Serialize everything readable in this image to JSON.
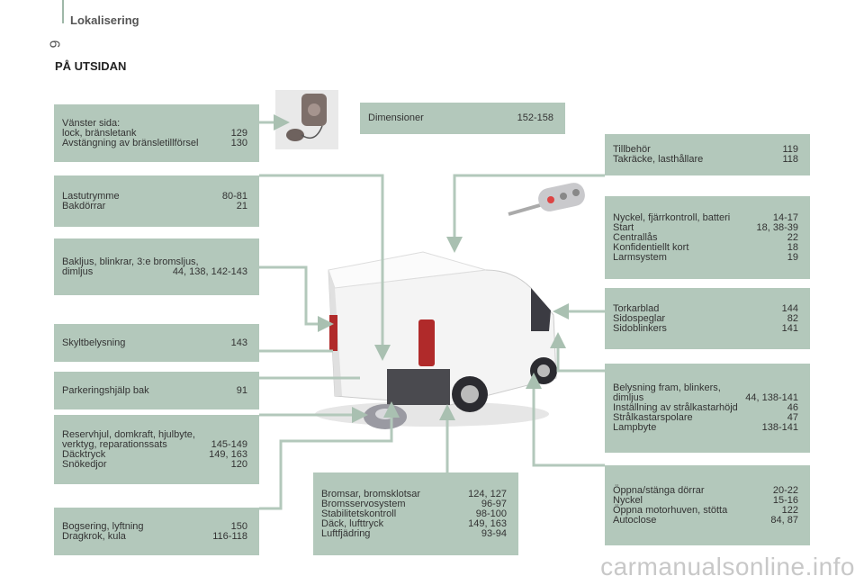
{
  "header": {
    "section": "Lokalisering",
    "page_number": "6",
    "title": "PÅ UTSIDAN"
  },
  "boxes": {
    "fuel": [
      {
        "l": "Vänster sida:",
        "p": ""
      },
      {
        "l": "lock, bränsletank",
        "p": "129"
      },
      {
        "l": "Avstängning av bränsletillförsel",
        "p": "130"
      }
    ],
    "cargo": [
      {
        "l": "Lastutrymme",
        "p": "80-81"
      },
      {
        "l": "Bakdörrar",
        "p": "21"
      }
    ],
    "rearlights": [
      {
        "l": "Bakljus, blinkrar, 3:e bromsljus,",
        "p": ""
      },
      {
        "l": "dimljus",
        "p": "44, 138, 142-143"
      }
    ],
    "plate": [
      {
        "l": "Skyltbelysning",
        "p": "143"
      }
    ],
    "parking": [
      {
        "l": "Parkeringshjälp bak",
        "p": "91"
      }
    ],
    "spare": [
      {
        "l": "Reservhjul, domkraft, hjulbyte,",
        "p": ""
      },
      {
        "l": "verktyg, reparationssats",
        "p": "145-149"
      },
      {
        "l": "Däcktryck",
        "p": "149, 163"
      },
      {
        "l": "Snökedjor",
        "p": "120"
      }
    ],
    "towing": [
      {
        "l": "Bogsering, lyftning",
        "p": "150"
      },
      {
        "l": "Dragkrok, kula",
        "p": "116-118"
      }
    ],
    "dimensions": [
      {
        "l": "Dimensioner",
        "p": "152-158"
      }
    ],
    "accessories": [
      {
        "l": "Tillbehör",
        "p": "119"
      },
      {
        "l": "Takräcke, lasthållare",
        "p": "118"
      }
    ],
    "key": [
      {
        "l": "Nyckel, fjärrkontroll, batteri",
        "p": "14-17"
      },
      {
        "l": "Start",
        "p": "18, 38-39"
      },
      {
        "l": "Centrallås",
        "p": "22"
      },
      {
        "l": "Konfidentiellt kort",
        "p": "18"
      },
      {
        "l": "Larmsystem",
        "p": "19"
      }
    ],
    "wipers": [
      {
        "l": "Torkarblad",
        "p": "144"
      },
      {
        "l": "Sidospeglar",
        "p": "82"
      },
      {
        "l": "Sidoblinkers",
        "p": "141"
      }
    ],
    "frontlights": [
      {
        "l": "Belysning fram, blinkers,",
        "p": ""
      },
      {
        "l": "dimljus",
        "p": "44, 138-141"
      },
      {
        "l": "Inställning av strålkastarhöjd",
        "p": "46"
      },
      {
        "l": "Strålkastarspolare",
        "p": "47"
      },
      {
        "l": "Lampbyte",
        "p": "138-141"
      }
    ],
    "doors": [
      {
        "l": "Öppna/stänga dörrar",
        "p": "20-22"
      },
      {
        "l": "Nyckel",
        "p": "15-16"
      },
      {
        "l": "Öppna motorhuven, stötta",
        "p": "122"
      },
      {
        "l": "Autoclose",
        "p": "84, 87"
      }
    ],
    "brakes": [
      {
        "l": "Bromsar, bromsklotsar",
        "p": "124, 127"
      },
      {
        "l": "Bromsservosystem",
        "p": "96-97"
      },
      {
        "l": "Stabilitetskontroll",
        "p": "98-100"
      },
      {
        "l": "Däck, lufttryck",
        "p": "149, 163"
      },
      {
        "l": "Luftfjädring",
        "p": "93-94"
      }
    ]
  },
  "watermark": "carmanualsonline.info",
  "colors": {
    "box": "#b3c8bb",
    "line": "#b3c8bb"
  }
}
